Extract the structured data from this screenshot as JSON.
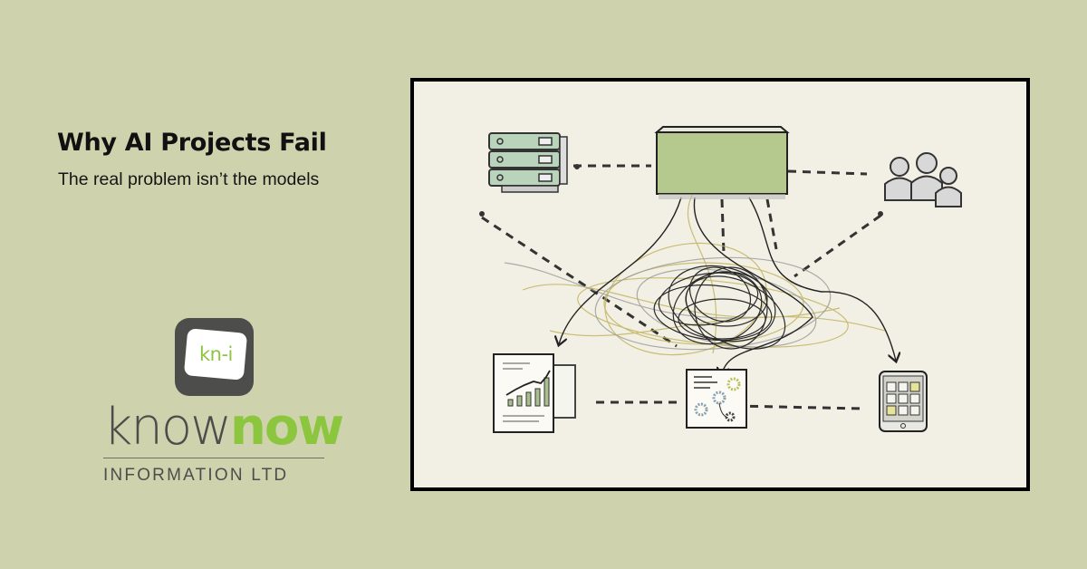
{
  "header": {
    "title": "Why AI Projects Fail",
    "subtitle": "The real problem isn’t the models"
  },
  "logo": {
    "icon_text": "kn-i",
    "wordmark_light": "know",
    "wordmark_bold": "now",
    "tagline": "INFORMATION LTD",
    "colors": {
      "green": "#8cc63f",
      "gray": "#4d4d4b"
    }
  },
  "illustration": {
    "description": "Sketch diagram: central data platform tangled with messy connections to servers, users, reports, workflows, and mobile apps",
    "nodes": [
      {
        "id": "servers",
        "icon": "server-rack-icon"
      },
      {
        "id": "central-platform",
        "icon": "green-box-icon"
      },
      {
        "id": "users",
        "icon": "users-group-icon"
      },
      {
        "id": "report",
        "icon": "chart-report-icon"
      },
      {
        "id": "workflow",
        "icon": "gears-document-icon"
      },
      {
        "id": "tablet",
        "icon": "tablet-apps-icon"
      }
    ],
    "colors": {
      "paper": "#f2efe4",
      "platform": "#b5c98f",
      "server": "#b9d4bb",
      "tangle_dark": "#2a2a2a",
      "tangle_yellow": "#c2b560"
    }
  }
}
